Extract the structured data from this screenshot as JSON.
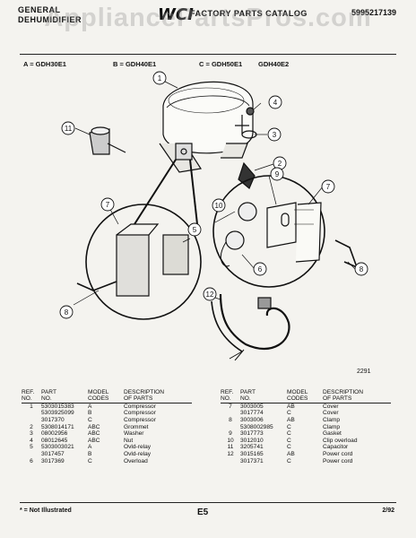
{
  "header": {
    "brand_line1": "GENERAL",
    "brand_line2": "DEHUMIDIFIER",
    "logo": "WCI",
    "catalog_title": "FACTORY PARTS CATALOG",
    "catalog_number": "5995217139",
    "watermark": "AppliancePartsPros.com"
  },
  "models": [
    {
      "label": "A = GDH30E1"
    },
    {
      "label": "B = GDH40E1"
    },
    {
      "label": "C = GDH50E1"
    },
    {
      "label": "GDH40E2"
    }
  ],
  "figure_number": "2291",
  "callouts": [
    "1",
    "2",
    "3",
    "4",
    "5",
    "6",
    "7",
    "8",
    "9",
    "10",
    "11",
    "12"
  ],
  "table_headers": {
    "ref": [
      "REF.",
      "NO."
    ],
    "part": [
      "PART",
      "NO."
    ],
    "codes": [
      "MODEL",
      "CODES"
    ],
    "desc": [
      "DESCRIPTION",
      "OF PARTS"
    ]
  },
  "parts_left": [
    {
      "ref": "1",
      "part": "5303015383",
      "code": "A",
      "desc": "Compressor"
    },
    {
      "ref": "",
      "part": "5303925099",
      "code": "B",
      "desc": "Compressor"
    },
    {
      "ref": "",
      "part": "3017370",
      "code": "C",
      "desc": "Compressor"
    },
    {
      "ref": "2",
      "part": "5308014171",
      "code": "ABC",
      "desc": "Grommet"
    },
    {
      "ref": "3",
      "part": "08002956",
      "code": "ABC",
      "desc": "Washer"
    },
    {
      "ref": "4",
      "part": "08012645",
      "code": "ABC",
      "desc": "Nut"
    },
    {
      "ref": "5",
      "part": "5303003021",
      "code": "A",
      "desc": "Ovld-relay"
    },
    {
      "ref": "",
      "part": "3017457",
      "code": "B",
      "desc": "Ovld-relay"
    },
    {
      "ref": "6",
      "part": "3017369",
      "code": "C",
      "desc": "Overload"
    }
  ],
  "parts_right": [
    {
      "ref": "7",
      "part": "3003005",
      "code": "AB",
      "desc": "Cover"
    },
    {
      "ref": "",
      "part": "3017774",
      "code": "C",
      "desc": "Cover"
    },
    {
      "ref": "8",
      "part": "3003006",
      "code": "AB",
      "desc": "Clamp"
    },
    {
      "ref": "",
      "part": "5308002985",
      "code": "C",
      "desc": "Clamp"
    },
    {
      "ref": "9",
      "part": "3017773",
      "code": "C",
      "desc": "Gasket"
    },
    {
      "ref": "10",
      "part": "3012010",
      "code": "C",
      "desc": "Clip overload"
    },
    {
      "ref": "11",
      "part": "3205741",
      "code": "C",
      "desc": "Capacitor"
    },
    {
      "ref": "12",
      "part": "3015165",
      "code": "AB",
      "desc": "Power cord"
    },
    {
      "ref": "",
      "part": "3017371",
      "code": "C",
      "desc": "Power cord"
    }
  ],
  "footer": {
    "not_illustrated": "* = Not Illustrated",
    "page": "E5",
    "date": "2/92"
  }
}
